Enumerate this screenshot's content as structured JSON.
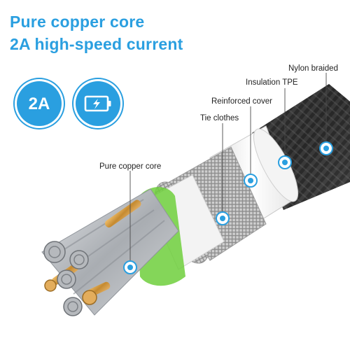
{
  "headline": {
    "line1": "Pure copper core",
    "line2": "2A high-speed current"
  },
  "badges": {
    "amperage": "2A",
    "charging_icon": "battery-charging-icon"
  },
  "callouts": {
    "nylon": "Nylon braided",
    "insulation": "Insulation TPE",
    "reinforced": "Reinforced cover",
    "tie": "Tie clothes",
    "copper": "Pure copper core"
  },
  "colors": {
    "accent": "#2a9fe0",
    "copper": "#c9913a",
    "silver": "#b9bcc0",
    "green": "#6fcf3c",
    "braid": "#2b2b2b"
  }
}
